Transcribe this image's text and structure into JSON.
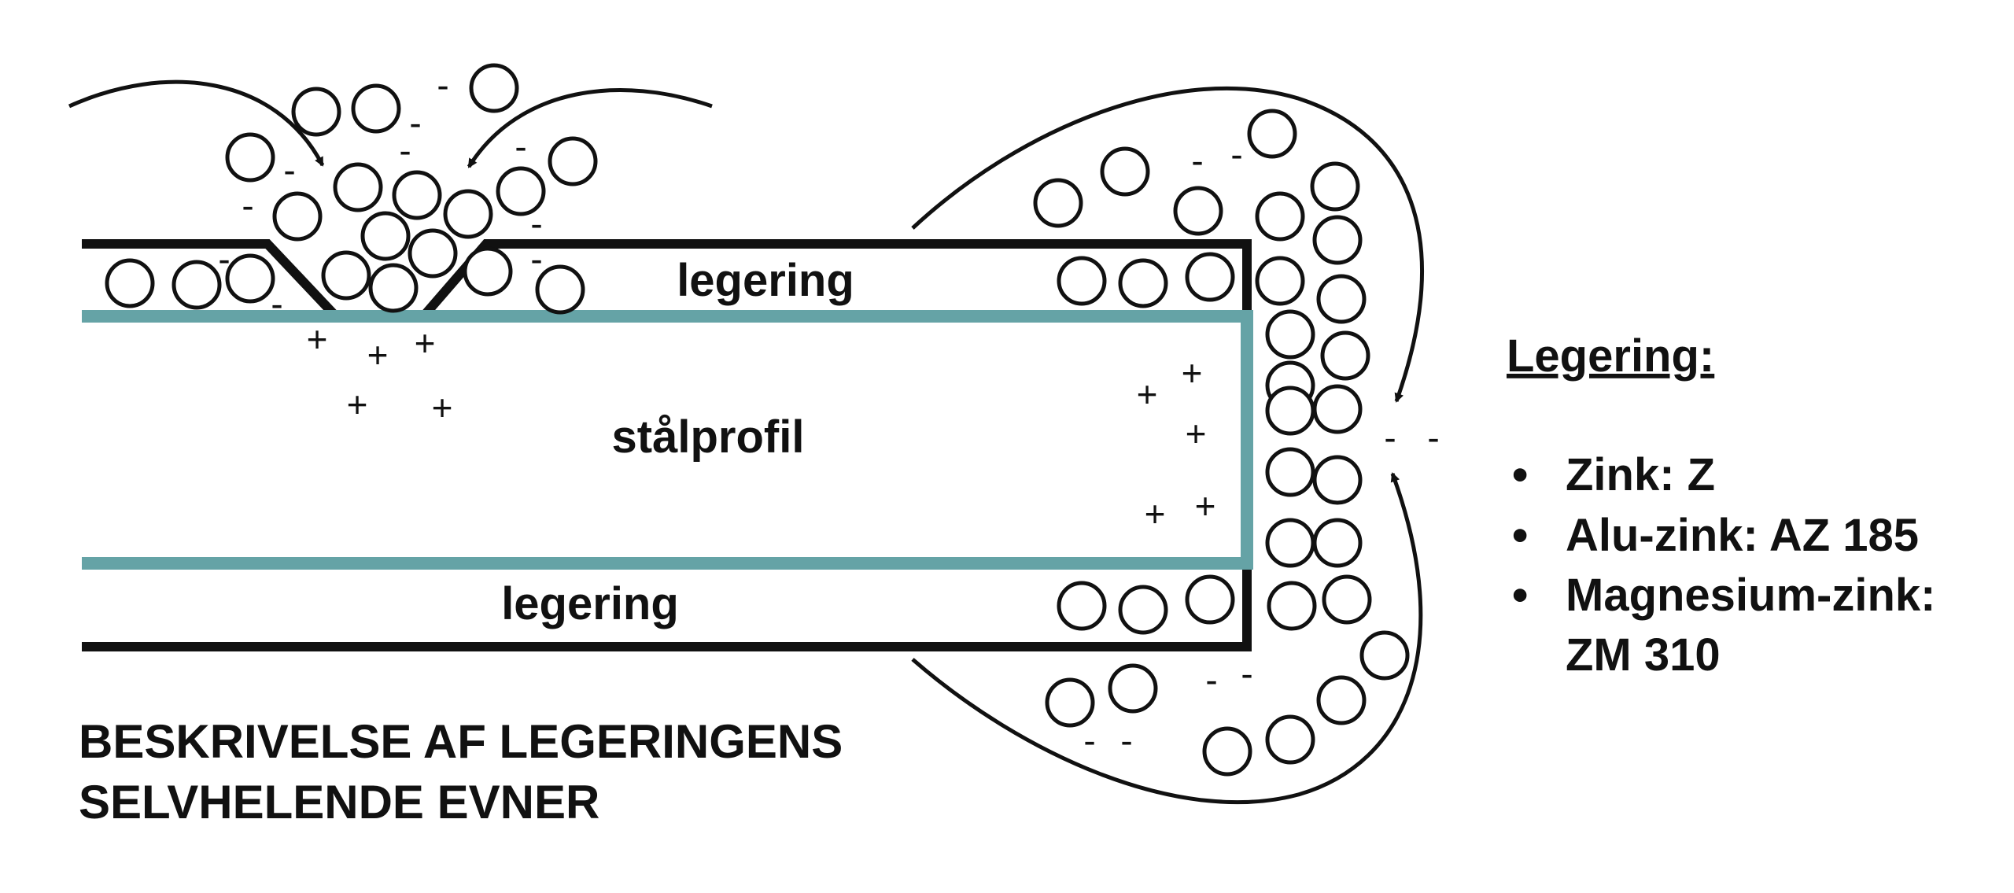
{
  "colors": {
    "ink": "#111111",
    "steel_line": "#65a3a6",
    "background": "#ffffff"
  },
  "diagram": {
    "label_top_coating": "legering",
    "label_steel": "stålprofil",
    "label_bottom_coating": "legering",
    "title_line1": "BESKRIVELSE AF LEGERINGENS",
    "title_line2": "SELVHELENDE EVNER",
    "particle_charge": "-",
    "steel_charge": "+"
  },
  "legend": {
    "heading": "Legering:",
    "bullet": "•",
    "items": [
      {
        "text": "Zink: Z"
      },
      {
        "text": "Alu-zink: AZ 185"
      },
      {
        "text": "Magnesium-zink:",
        "cont": "ZM 310"
      }
    ]
  }
}
